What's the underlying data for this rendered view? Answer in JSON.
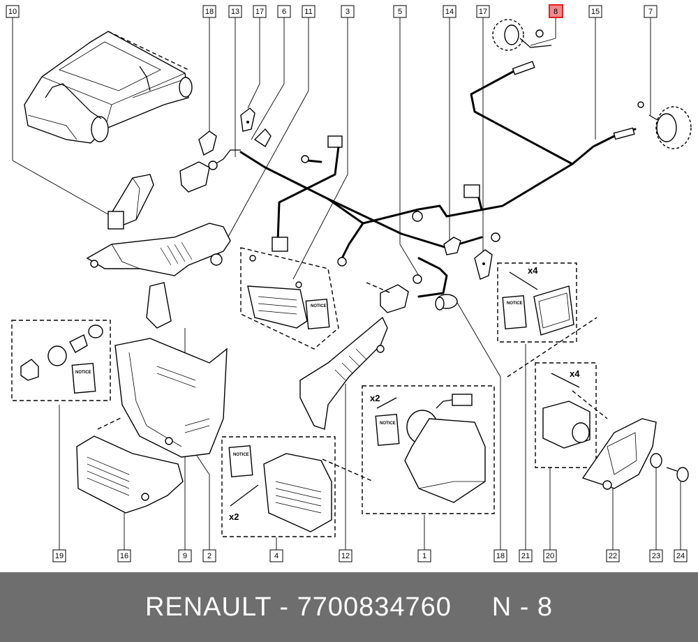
{
  "callouts": {
    "c10": "10",
    "c18": "18",
    "c13": "13",
    "c17a": "17",
    "c6": "6",
    "c11": "11",
    "c3": "3",
    "c5": "5",
    "c14": "14",
    "c17b": "17",
    "c8": "8",
    "c15": "15",
    "c7": "7",
    "c19": "19",
    "c16": "16",
    "c9": "9",
    "c2": "2",
    "c4": "4",
    "c12": "12",
    "c1": "1",
    "c18b": "18",
    "c21": "21",
    "c20": "20",
    "c22": "22",
    "c23": "23",
    "c24": "24"
  },
  "highlighted_callout": "8",
  "highlight_color": "#f08a8a",
  "quantities": {
    "kit21": "x4",
    "kit20": "x4",
    "kit1": "x2",
    "kit4": "x2"
  },
  "notice_label": "NOTICE",
  "footer": {
    "text": "RENAULT - 7700834760     N - 8",
    "background": "#6e6e6e",
    "color": "#ffffff"
  }
}
